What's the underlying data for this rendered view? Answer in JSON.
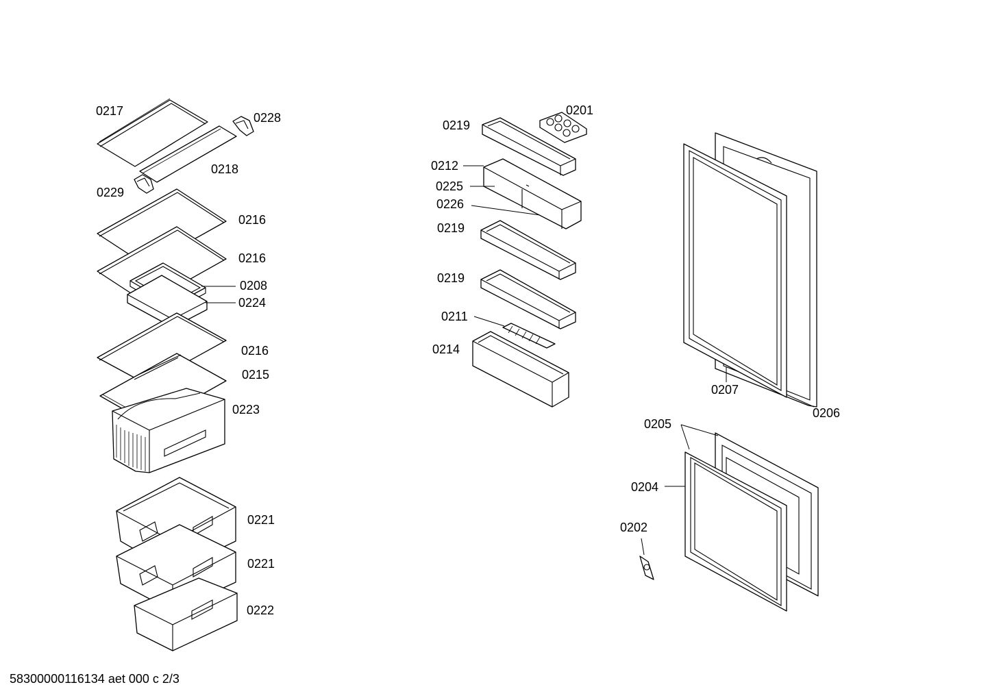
{
  "labels": {
    "p0217": "0217",
    "p0228": "0228",
    "p0218": "0218",
    "p0229": "0229",
    "p0216a": "0216",
    "p0216b": "0216",
    "p0208": "0208",
    "p0224": "0224",
    "p0216c": "0216",
    "p0215": "0215",
    "p0223": "0223",
    "p0221a": "0221",
    "p0221b": "0221",
    "p0222": "0222",
    "p0201": "0201",
    "p0219a": "0219",
    "p0212": "0212",
    "p0225": "0225",
    "p0226": "0226",
    "p0219b": "0219",
    "p0219c": "0219",
    "p0211": "0211",
    "p0214": "0214",
    "p0207": "0207",
    "p0206": "0206",
    "p0205": "0205",
    "p0204": "0204",
    "p0202": "0202"
  },
  "footer": "58300000116134 aet 000 c 2/3"
}
